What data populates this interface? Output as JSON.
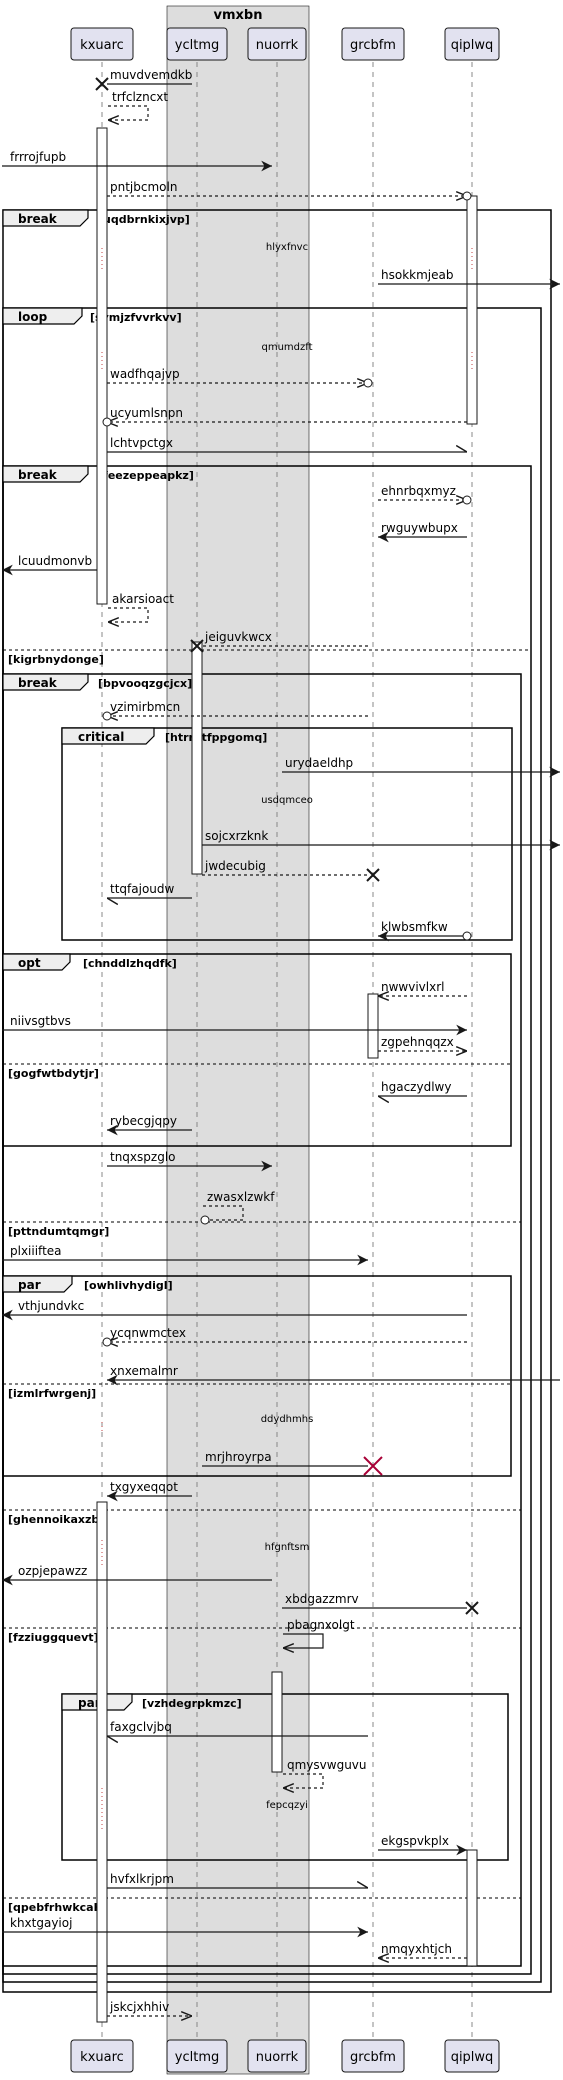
{
  "box": {
    "title": "vmxbn"
  },
  "participants": [
    "kxuarc",
    "ycltmg",
    "nuorrk",
    "grcbfm",
    "qiplwq"
  ],
  "messages": [
    {
      "text": "muvdvemdkb",
      "from": "ycltmg",
      "to": "kxuarc",
      "kind": "destroy"
    },
    {
      "text": "trfclzncxt",
      "from": "kxuarc",
      "to": "kxuarc",
      "kind": "self-dashed"
    },
    {
      "text": "frrrojfupb",
      "from": "left-edge",
      "to": "nuorrk",
      "kind": "solid"
    },
    {
      "text": "pntjbcmoln",
      "from": "kxuarc",
      "to": "qiplwq",
      "kind": "dashed-circle"
    },
    {
      "text": "hlyxfnvc",
      "kind": "divider"
    },
    {
      "text": "hsokkmjeab",
      "from": "grcbfm",
      "to": "right-edge",
      "kind": "solid"
    },
    {
      "text": "qmumdzft",
      "kind": "divider"
    },
    {
      "text": "wadfhqajvp",
      "from": "kxuarc",
      "to": "grcbfm",
      "kind": "dashed-circle"
    },
    {
      "text": "ucyumlsnpn",
      "from": "qiplwq",
      "to": "kxuarc",
      "kind": "dashed-circle"
    },
    {
      "text": "lchtvpctgx",
      "from": "kxuarc",
      "to": "qiplwq",
      "kind": "half"
    },
    {
      "text": "ehnrbqxmyz",
      "from": "grcbfm",
      "to": "qiplwq",
      "kind": "dashed-circle"
    },
    {
      "text": "rwguywbupx",
      "from": "qiplwq",
      "to": "grcbfm",
      "kind": "solid"
    },
    {
      "text": "lcuudmonvb",
      "from": "kxuarc",
      "to": "left-edge",
      "kind": "solid"
    },
    {
      "text": "akarsioact",
      "from": "kxuarc",
      "to": "kxuarc",
      "kind": "self-dashed"
    },
    {
      "text": "jeiguvkwcx",
      "from": "grcbfm",
      "to": "ycltmg",
      "kind": "dashed-destroy"
    },
    {
      "text": "vzimirbmcn",
      "from": "grcbfm",
      "to": "kxuarc",
      "kind": "dashed-circle"
    },
    {
      "text": "urydaeldhp",
      "from": "nuorrk",
      "to": "right-edge",
      "kind": "solid"
    },
    {
      "text": "usdqmceo",
      "kind": "divider"
    },
    {
      "text": "sojcxrzknk",
      "from": "ycltmg",
      "to": "right-edge",
      "kind": "solid"
    },
    {
      "text": "jwdecubig",
      "from": "ycltmg",
      "to": "grcbfm",
      "kind": "dashed-destroy"
    },
    {
      "text": "ttqfajoudw",
      "from": "ycltmg",
      "to": "kxuarc",
      "kind": "half"
    },
    {
      "text": "klwbsmfkw",
      "from": "qiplwq",
      "to": "grcbfm",
      "kind": "solid-circle"
    },
    {
      "text": "nwwvivlxrl",
      "from": "qiplwq",
      "to": "grcbfm",
      "kind": "dashed"
    },
    {
      "text": "niivsgtbvs",
      "from": "left-edge",
      "to": "qiplwq",
      "kind": "solid"
    },
    {
      "text": "zgpehnqqzx",
      "from": "grcbfm",
      "to": "qiplwq",
      "kind": "dashed"
    },
    {
      "text": "hgaczydlwy",
      "from": "qiplwq",
      "to": "grcbfm",
      "kind": "half"
    },
    {
      "text": "rybecgjqpy",
      "from": "ycltmg",
      "to": "kxuarc",
      "kind": "solid"
    },
    {
      "text": "tnqxspzglo",
      "from": "kxuarc",
      "to": "nuorrk",
      "kind": "solid"
    },
    {
      "text": "zwasxlzwkf",
      "from": "ycltmg",
      "to": "ycltmg",
      "kind": "self-circle"
    },
    {
      "text": "plxiiiftea",
      "from": "left-edge",
      "to": "grcbfm",
      "kind": "solid"
    },
    {
      "text": "vthjundvkc",
      "from": "qiplwq",
      "to": "left-edge",
      "kind": "solid"
    },
    {
      "text": "ycqnwmctex",
      "from": "qiplwq",
      "to": "kxuarc",
      "kind": "dashed-circle"
    },
    {
      "text": "xnxemalmr",
      "from": "right-edge",
      "to": "kxuarc",
      "kind": "solid"
    },
    {
      "text": "ddydhmhs",
      "kind": "divider"
    },
    {
      "text": "mrjhroyrpa",
      "from": "ycltmg",
      "to": "grcbfm",
      "kind": "destroy-red"
    },
    {
      "text": "txgyxeqqot",
      "from": "ycltmg",
      "to": "kxuarc",
      "kind": "solid"
    },
    {
      "text": "hfgnftsm",
      "kind": "divider"
    },
    {
      "text": "ozpjepawzz",
      "from": "nuorrk",
      "to": "left-edge",
      "kind": "solid"
    },
    {
      "text": "xbdgazzmrv",
      "from": "nuorrk",
      "to": "qiplwq",
      "kind": "destroy"
    },
    {
      "text": "pbagnxolgt",
      "from": "nuorrk",
      "to": "nuorrk",
      "kind": "self-solid"
    },
    {
      "text": "faxgclvjbq",
      "from": "grcbfm",
      "to": "kxuarc",
      "kind": "half"
    },
    {
      "text": "qmysvwguvu",
      "from": "nuorrk",
      "to": "nuorrk",
      "kind": "self-dashed"
    },
    {
      "text": "fepcqzyi",
      "kind": "divider"
    },
    {
      "text": "ekgspvkplx",
      "from": "grcbfm",
      "to": "qiplwq",
      "kind": "solid"
    },
    {
      "text": "hvfxlkrjpm",
      "from": "kxuarc",
      "to": "grcbfm",
      "kind": "half"
    },
    {
      "text": "khxtgayioj",
      "from": "left-edge",
      "to": "grcbfm",
      "kind": "solid"
    },
    {
      "text": "nmqyxhtjch",
      "from": "qiplwq",
      "to": "grcbfm",
      "kind": "dashed"
    },
    {
      "text": "jskcjxhhiv",
      "from": "kxuarc",
      "to": "ycltmg",
      "kind": "dashed"
    }
  ],
  "fragments": [
    {
      "keyword": "break",
      "guard": "[uqdbrnkixjvp]"
    },
    {
      "keyword": "loop",
      "guard": "[svmjzfvvrkvv]"
    },
    {
      "keyword": "break",
      "guard": "[feezeppeapkz]"
    },
    {
      "keyword": "else",
      "guard": "[kigrbnydonge]"
    },
    {
      "keyword": "break",
      "guard": "[bpvooqzgcjcx]"
    },
    {
      "keyword": "critical",
      "guard": "[htrnttfppgomq]"
    },
    {
      "keyword": "opt",
      "guard": "[chnddlzhqdfk]"
    },
    {
      "keyword": "else",
      "guard": "[gogfwtbdytjr]"
    },
    {
      "keyword": "else",
      "guard": "[pttndumtqmgr]"
    },
    {
      "keyword": "par",
      "guard": "[owhlivhydigl]"
    },
    {
      "keyword": "else",
      "guard": "[izmlrfwrgenj]"
    },
    {
      "keyword": "else",
      "guard": "[ghennoikaxzb]"
    },
    {
      "keyword": "else",
      "guard": "[fzziuggquevt]"
    },
    {
      "keyword": "par",
      "guard": "[vzhdegrpkmzc]"
    },
    {
      "keyword": "else",
      "guard": "[qpebfrhwkcah]"
    }
  ]
}
